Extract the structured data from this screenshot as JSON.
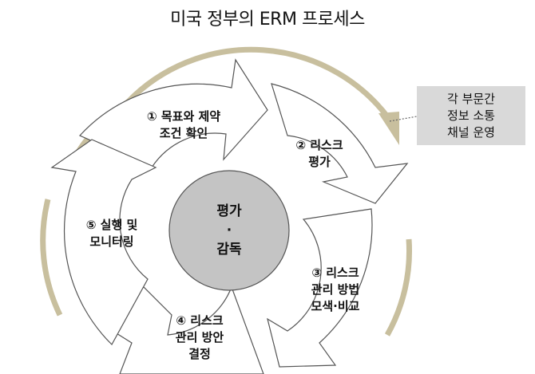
{
  "title": "미국 정부의 ERM 프로세스",
  "center": {
    "line1": "평가",
    "line2": "·",
    "line3": "감독"
  },
  "steps": [
    {
      "line1": "① 목표와 제약",
      "line2": "조건 확인"
    },
    {
      "line1": "② 리스크",
      "line2": "평가"
    },
    {
      "line1": "③ 리스크",
      "line2": "관리 방법",
      "line3": "모색·비교"
    },
    {
      "line1": "④ 리스크",
      "line2": "관리 방안",
      "line3": "결정"
    },
    {
      "line1": "⑤ 실행 및",
      "line2": "모니터링"
    }
  ],
  "note": {
    "line1": "각 부문간",
    "line2": "정보 소통",
    "line3": "채널 운영"
  },
  "colors": {
    "ring": "#c8bf9e",
    "center": "#c4c4c4",
    "note_bg": "#d9d9d9",
    "stroke": "#555555"
  }
}
